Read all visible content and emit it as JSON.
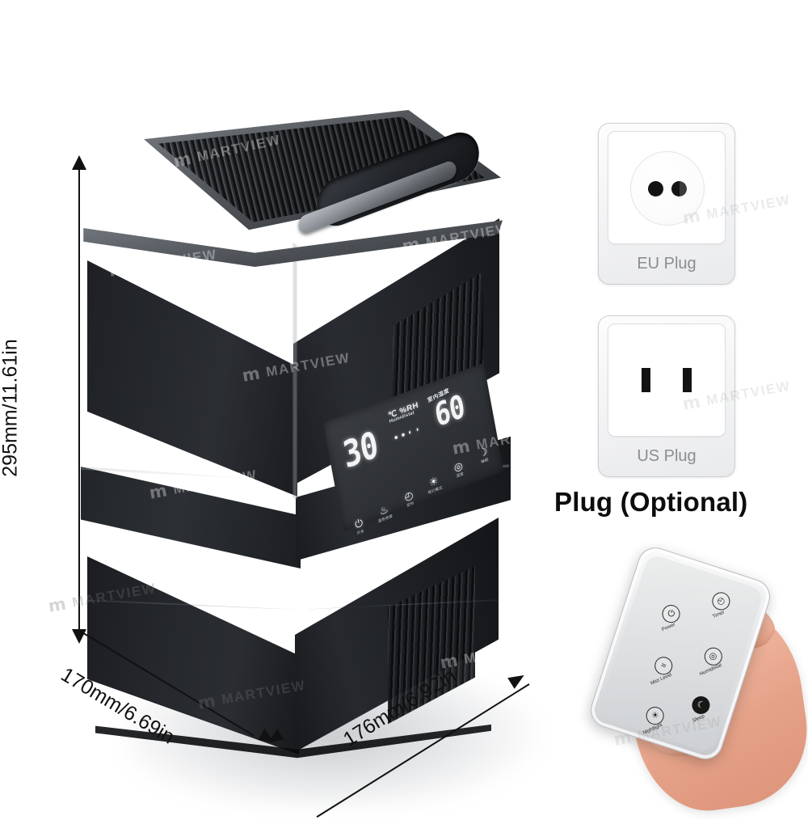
{
  "brand": {
    "watermark_text": "MARTVIEW",
    "logo_mark": "m"
  },
  "product": {
    "name": "humidifier",
    "dimensions": {
      "height": "295mm/11.61in",
      "depth": "170mm/6.69in",
      "width": "176mm/6.92in"
    },
    "display": {
      "temperature_value": "30",
      "humidity_value": "60",
      "unit_primary": "℃ %RH",
      "unit_secondary": "Humidistat",
      "humidity_tag": "室内湿度",
      "mist_indicators": [
        "●",
        "●",
        "◐",
        "◗"
      ]
    },
    "controls": [
      {
        "icon": "power-icon",
        "glyph": "⏻",
        "label": "开关"
      },
      {
        "icon": "warm-mist-icon",
        "glyph": "♨",
        "label": "温热喷雾"
      },
      {
        "icon": "timer-icon",
        "glyph": "◴",
        "label": "定时"
      },
      {
        "icon": "nightlight-icon",
        "glyph": "☀",
        "label": "夜灯模式"
      },
      {
        "icon": "humidistat-icon",
        "glyph": "◎",
        "label": "湿度"
      },
      {
        "icon": "sleep-icon",
        "glyph": "☽",
        "label": "睡眠"
      }
    ]
  },
  "plugs": {
    "title": "Plug (Optional)",
    "options": [
      {
        "id": "eu",
        "label": "EU Plug",
        "icon": "eu-socket-icon"
      },
      {
        "id": "us",
        "label": "US Plug",
        "icon": "us-socket-icon"
      }
    ]
  },
  "remote": {
    "buttons": [
      {
        "id": "timer",
        "label": "Timer",
        "icon": "clock-icon",
        "glyph": "◴"
      },
      {
        "id": "power",
        "label": "Power",
        "icon": "power-icon",
        "glyph": "⏻"
      },
      {
        "id": "humidistat",
        "label": "Humidistat",
        "icon": "humidity-icon",
        "glyph": "◎"
      },
      {
        "id": "mist_level",
        "label": "Mist Level",
        "icon": "mist-level-icon",
        "glyph": "≈"
      },
      {
        "id": "sleep",
        "label": "Sleep",
        "icon": "moon-icon",
        "glyph": "☾"
      },
      {
        "id": "nightlight",
        "label": "Nightlight",
        "icon": "sun-icon",
        "glyph": "☀"
      }
    ]
  },
  "colors": {
    "background": "#ffffff",
    "product_body": "#23262a",
    "product_accent": "#8d9196",
    "text_dark": "#111111",
    "plug_label": "#8a8d91"
  }
}
